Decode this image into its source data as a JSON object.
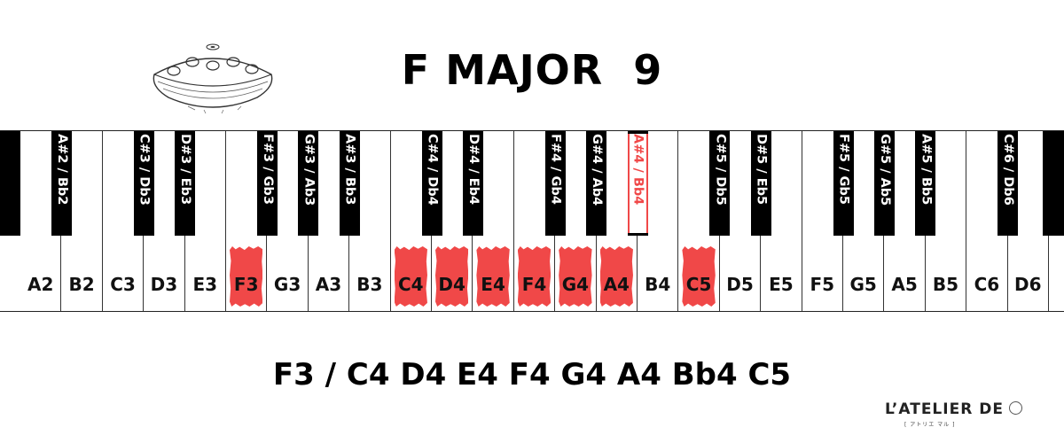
{
  "title": "F MAJOR  9",
  "scale_notes": "F3 / C4 D4 E4 F4 G4 A4 Bb4 C5",
  "brand": {
    "name": "L’ATELIER DE",
    "subtitle": "[ アトリエ マル ]",
    "logo_icon": "circle-icon"
  },
  "colors": {
    "highlight": "#f04848",
    "key_black": "#000000",
    "key_white": "#ffffff"
  },
  "keyboard": {
    "white_keys": [
      {
        "label": "A2",
        "highlighted": false
      },
      {
        "label": "B2",
        "highlighted": false
      },
      {
        "label": "C3",
        "highlighted": false
      },
      {
        "label": "D3",
        "highlighted": false
      },
      {
        "label": "E3",
        "highlighted": false
      },
      {
        "label": "F3",
        "highlighted": true
      },
      {
        "label": "G3",
        "highlighted": false
      },
      {
        "label": "A3",
        "highlighted": false
      },
      {
        "label": "B3",
        "highlighted": false
      },
      {
        "label": "C4",
        "highlighted": true
      },
      {
        "label": "D4",
        "highlighted": true
      },
      {
        "label": "E4",
        "highlighted": true
      },
      {
        "label": "F4",
        "highlighted": true
      },
      {
        "label": "G4",
        "highlighted": true
      },
      {
        "label": "A4",
        "highlighted": true
      },
      {
        "label": "B4",
        "highlighted": false
      },
      {
        "label": "C5",
        "highlighted": true
      },
      {
        "label": "D5",
        "highlighted": false
      },
      {
        "label": "E5",
        "highlighted": false
      },
      {
        "label": "F5",
        "highlighted": false
      },
      {
        "label": "G5",
        "highlighted": false
      },
      {
        "label": "A5",
        "highlighted": false
      },
      {
        "label": "B5",
        "highlighted": false
      },
      {
        "label": "C6",
        "highlighted": false
      },
      {
        "label": "D6",
        "highlighted": false
      }
    ],
    "black_keys": [
      {
        "label": "A#2 / Bb2",
        "highlighted": false
      },
      {
        "label": "C#3 / Db3",
        "highlighted": false
      },
      {
        "label": "D#3 / Eb3",
        "highlighted": false
      },
      {
        "label": "F#3 / Gb3",
        "highlighted": false
      },
      {
        "label": "G#3 / Ab3",
        "highlighted": false
      },
      {
        "label": "A#3 / Bb3",
        "highlighted": false
      },
      {
        "label": "C#4 / Db4",
        "highlighted": false
      },
      {
        "label": "D#4 / Eb4",
        "highlighted": false
      },
      {
        "label": "F#4 / Gb4",
        "highlighted": false
      },
      {
        "label": "G#4 / Ab4",
        "highlighted": false
      },
      {
        "label": "A#4 / Bb4",
        "highlighted": true
      },
      {
        "label": "C#5 / Db5",
        "highlighted": false
      },
      {
        "label": "D#5 / Eb5",
        "highlighted": false
      },
      {
        "label": "F#5 / Gb5",
        "highlighted": false
      },
      {
        "label": "G#5 / Ab5",
        "highlighted": false
      },
      {
        "label": "A#5 / Bb5",
        "highlighted": false
      },
      {
        "label": "C#6 / Db6",
        "highlighted": false
      }
    ]
  }
}
